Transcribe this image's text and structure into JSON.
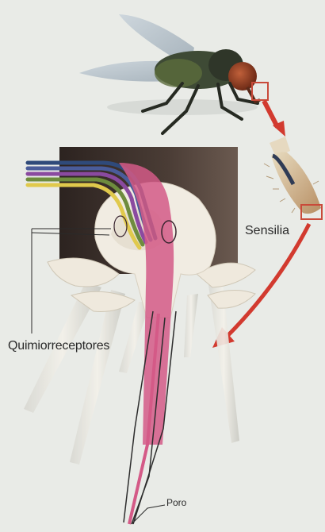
{
  "labels": {
    "sensilia": "Sensilia",
    "quimiorreceptores": "Quimiorreceptores",
    "poro": "Poro"
  },
  "colors": {
    "background": "#e9ebe7",
    "arrow": "#d23a2f",
    "dark_panel": "#3b2f2a",
    "sensillum_body": "#f1ece2",
    "dendrite_pink": "#d45a87",
    "neuron_blue": "#4a5c9a",
    "neuron_purple": "#8a4aa0",
    "neuron_green": "#7aa24a",
    "neuron_yellow": "#e0c94c"
  },
  "icons": [
    "fly-illustration",
    "leg-segment-illustration",
    "sensillum-cross-section"
  ]
}
